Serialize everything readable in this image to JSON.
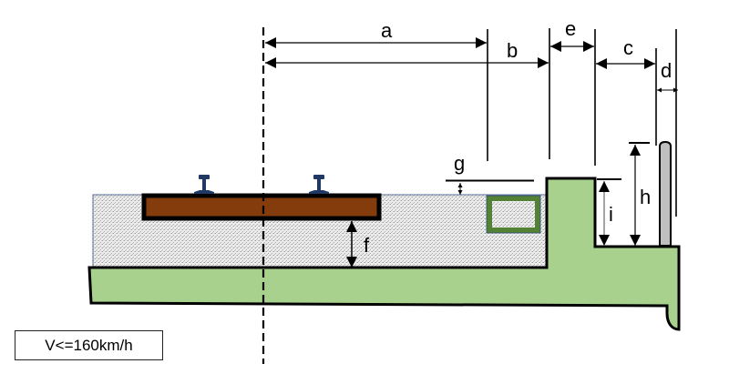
{
  "diagram": {
    "title": "Railway platform clearance cross-section",
    "labels": {
      "a": "a",
      "b": "b",
      "c": "c",
      "d": "d",
      "e": "e",
      "f": "f",
      "g": "g",
      "h": "h",
      "i": "i"
    },
    "speed_limit": "V<=160km/h",
    "colors": {
      "platform_fill": "#a9d18e",
      "sleeper_fill": "#843c0c",
      "cable_trough": "#548235",
      "ballast": "#d9d9d9",
      "barrier": "#bfbfbf",
      "rail": "#1f3864",
      "outline": "#000000"
    },
    "components": [
      "track-centerline",
      "rails",
      "sleeper",
      "ballast-bed",
      "cable-trough",
      "platform-structure",
      "safety-barrier"
    ]
  }
}
